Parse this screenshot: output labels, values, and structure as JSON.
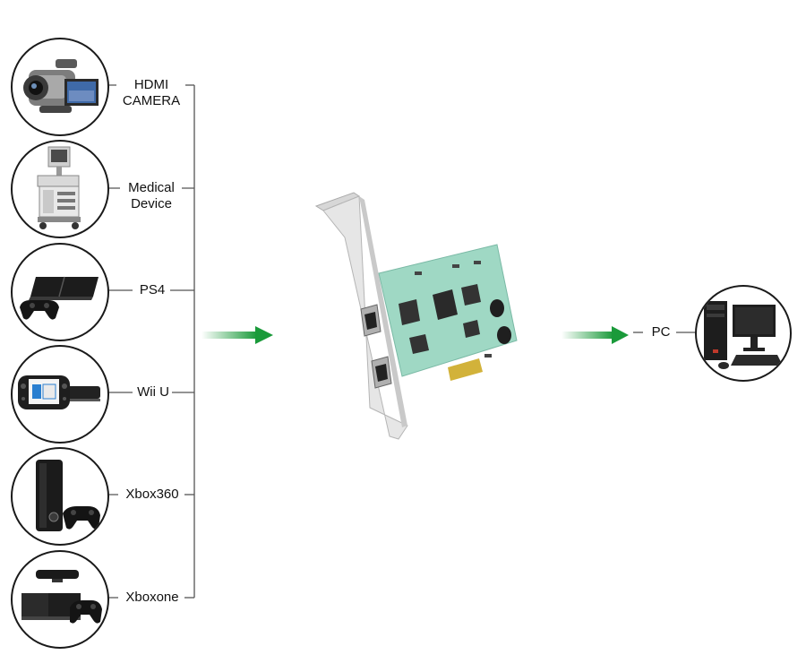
{
  "sources": [
    {
      "label_line1": "HDMI",
      "label_line2": "CAMERA",
      "icon": "camcorder-icon"
    },
    {
      "label_line1": "Medical",
      "label_line2": "Device",
      "icon": "ultrasound-machine-icon"
    },
    {
      "label_line1": "PS4",
      "label_line2": "",
      "icon": "ps4-console-icon"
    },
    {
      "label_line1": "Wii U",
      "label_line2": "",
      "icon": "wii-u-console-icon"
    },
    {
      "label_line1": "Xbox360",
      "label_line2": "",
      "icon": "xbox360-console-icon"
    },
    {
      "label_line1": "Xboxone",
      "label_line2": "",
      "icon": "xbox-one-console-icon"
    }
  ],
  "card": {
    "icon": "pcie-capture-card-icon"
  },
  "target": {
    "label": "PC",
    "icon": "desktop-pc-icon"
  },
  "colors": {
    "arrow_start": "#ffffff",
    "arrow_end": "#1a9a3a",
    "pcb": "#9fd8c4",
    "line": "#555555"
  }
}
